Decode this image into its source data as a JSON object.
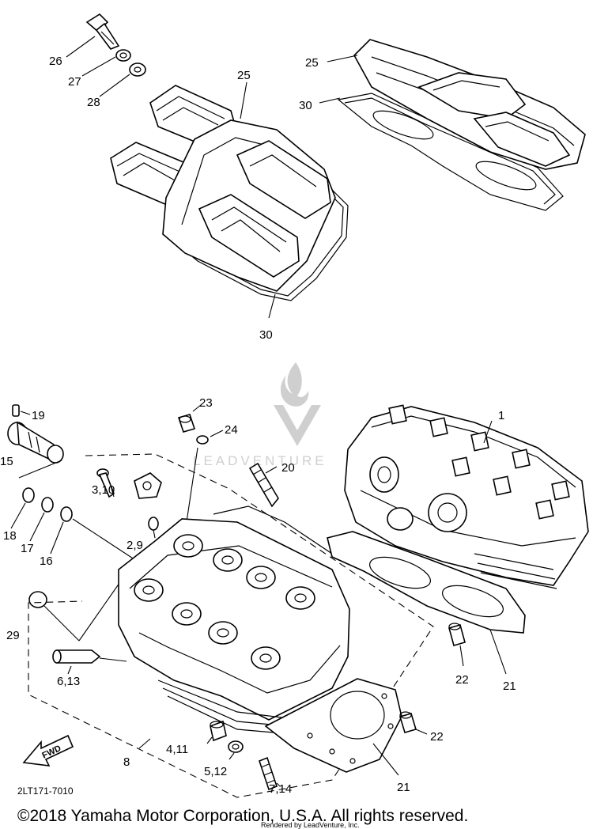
{
  "diagram": {
    "callouts": {
      "c26": "26",
      "c27": "27",
      "c28": "28",
      "c25a": "25",
      "c25b": "25",
      "c30a": "30",
      "c30b": "30",
      "c19": "19",
      "c15": "15",
      "c23": "23",
      "c24": "24",
      "c20": "20",
      "c1": "1",
      "c3_10": "3,10",
      "c2_9": "2,9",
      "c18": "18",
      "c17": "17",
      "c16": "16",
      "c29": "29",
      "c6_13": "6,13",
      "c22a": "22",
      "c22b": "22",
      "c21a": "21",
      "c21b": "21",
      "c4_11": "4,11",
      "c5_12": "5,12",
      "c7_14": "7,14",
      "c8": "8"
    },
    "forward_arrow_label": "FWD",
    "diagram_code": "2LT171-7010",
    "watermark_brand": "LEADVENTURE",
    "copyright": "©2018 Yamaha Motor Corporation, U.S.A. All rights reserved.",
    "rendered_by": "Rendered by LeadVenture, Inc."
  }
}
